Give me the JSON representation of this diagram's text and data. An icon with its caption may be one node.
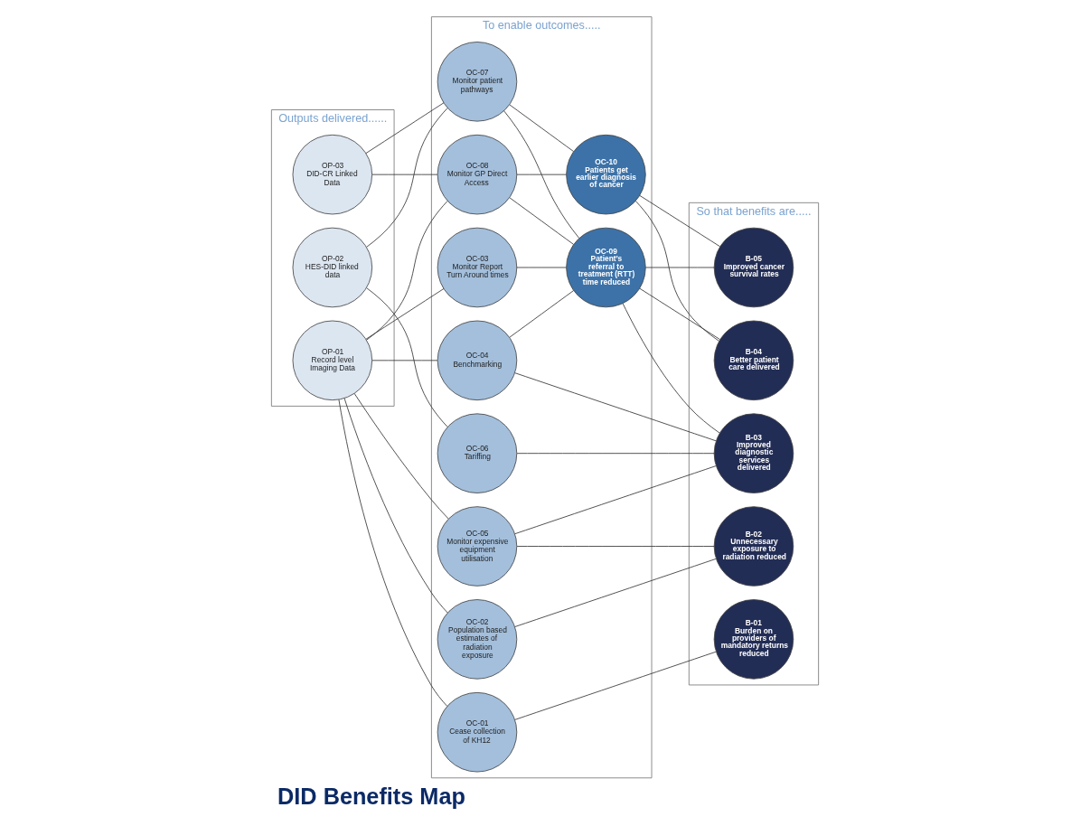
{
  "diagram": {
    "title": "DID Benefits Map",
    "nodes": [
      {
        "text": [
          "Outputs delivered......"
        ]
      },
      {
        "text": [
          "OP-01",
          "Record level Imaging Data"
        ],
        "in": 0
      },
      {
        "text": [
          "OP-02",
          "HES-DID linked data"
        ],
        "in": 0
      },
      {
        "text": [
          "OP-03",
          "DID-CR Linked Data"
        ],
        "in": 0
      },
      {
        "text": [
          "To enable outcomes....."
        ]
      },
      {
        "text": [
          "OC-01",
          "Cease collection of KH12"
        ],
        "in": 4
      },
      {
        "text": [
          "OC-02",
          "Population based estimates of radiation exposure"
        ],
        "in": 4
      },
      {
        "text": [
          "OC-03",
          "Monitor Report Turn Around times"
        ],
        "in": 4
      },
      {
        "text": [
          "OC-04",
          "Benchmarking"
        ],
        "in": 4
      },
      {
        "text": [
          "OC-05",
          "Monitor expensive equipment utilisation"
        ],
        "in": 4
      },
      {
        "text": [
          "OC-06",
          "Tariffing"
        ],
        "in": 4
      },
      {
        "text": [
          "OC-07",
          "Monitor patient pathways"
        ],
        "in": 4
      },
      {
        "text": [
          "OC-08",
          "Monitor GP Direct Access"
        ],
        "in": 4
      },
      {
        "text": [
          "OC-09",
          "Patient’s referral to treatment (RTT) time reduced"
        ],
        "in": 4
      },
      {
        "text": [
          "OC-10",
          "Patients get earlier diagnosis of cancer"
        ],
        "in": 4
      },
      {
        "text": [
          "So that benefits are....."
        ]
      },
      {
        "text": [
          "B-01",
          "Burden on providers of mandatory returns reduced"
        ],
        "in": 15
      },
      {
        "text": [
          "B-02",
          "Unnecessary exposure to radiation reduced"
        ],
        "in": 15
      },
      {
        "text": [
          "B-03",
          "Improved diagnostic services delivered"
        ],
        "in": 15
      },
      {
        "text": [
          "B-04",
          "Better patient care delivered"
        ],
        "in": 15
      },
      {
        "text": [
          "B-05",
          "Improved cancer survival rates"
        ],
        "in": 15
      }
    ],
    "edges": [
      {
        "from": 1,
        "to": 5,
        "arrow": "none"
      },
      {
        "from": 1,
        "to": 6,
        "arrow": "none"
      },
      {
        "from": 1,
        "to": 7,
        "arrow": "none"
      },
      {
        "from": 1,
        "to": 8,
        "arrow": "none"
      },
      {
        "from": 1,
        "to": 9,
        "arrow": "none"
      },
      {
        "from": 1,
        "to": 12,
        "arrow": "none"
      },
      {
        "from": 2,
        "to": 10,
        "arrow": "none"
      },
      {
        "from": 2,
        "to": 11,
        "arrow": "none"
      },
      {
        "from": 3,
        "to": 11,
        "arrow": "none"
      },
      {
        "from": 3,
        "to": 12,
        "arrow": "none"
      },
      {
        "from": 5,
        "to": 16,
        "arrow": "none"
      },
      {
        "from": 6,
        "to": 17,
        "arrow": "none"
      },
      {
        "from": 7,
        "to": 13,
        "arrow": "none"
      },
      {
        "from": 8,
        "to": 18,
        "arrow": "none"
      },
      {
        "from": 8,
        "to": 13,
        "arrow": "none"
      },
      {
        "from": 9,
        "to": 17,
        "arrow": "none"
      },
      {
        "from": 9,
        "to": 18,
        "arrow": "none"
      },
      {
        "from": 10,
        "to": 18,
        "arrow": "none"
      },
      {
        "from": 11,
        "to": 13,
        "arrow": "none"
      },
      {
        "from": 11,
        "to": 14,
        "arrow": "none"
      },
      {
        "from": 12,
        "to": 13,
        "arrow": "none"
      },
      {
        "from": 12,
        "to": 14,
        "arrow": "none"
      },
      {
        "from": 13,
        "to": 18,
        "arrow": "none"
      },
      {
        "from": 13,
        "to": 19,
        "arrow": "none"
      },
      {
        "from": 13,
        "to": 20,
        "arrow": "none"
      },
      {
        "from": 14,
        "to": 19,
        "arrow": "none"
      },
      {
        "from": 14,
        "to": 20,
        "arrow": "none"
      }
    ]
  }
}
